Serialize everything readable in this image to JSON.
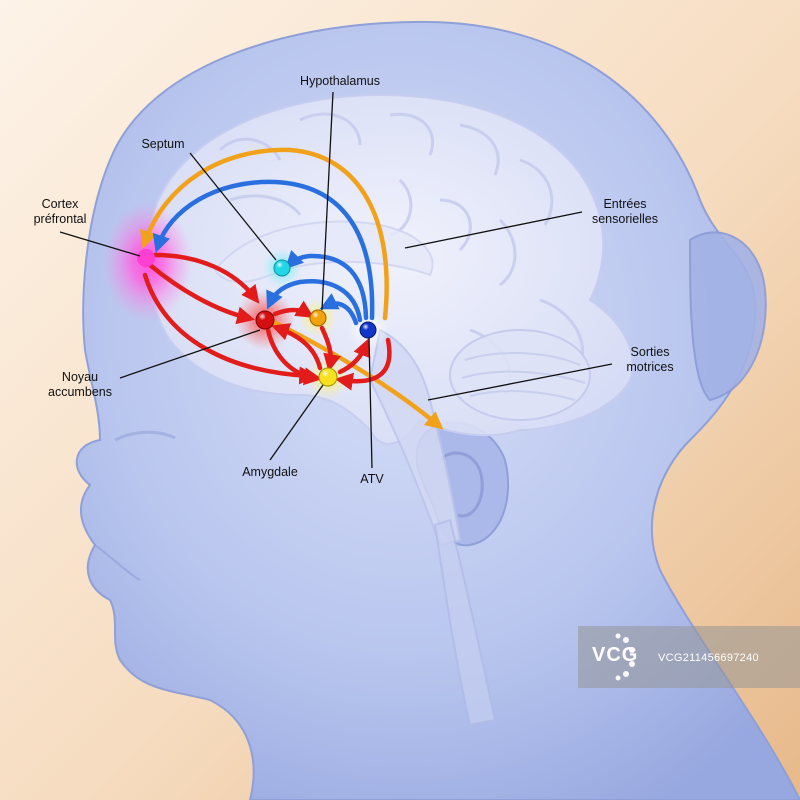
{
  "labels": {
    "hypothalamus": "Hypothalamus",
    "septum": "Septum",
    "cortex_line1": "Cortex",
    "cortex_line2": "préfrontal",
    "entrees_line1": "Entrées",
    "entrees_line2": "sensorielles",
    "sorties_line1": "Sorties",
    "sorties_line2": "motrices",
    "noyau_line1": "Noyau",
    "noyau_line2": "accumbens",
    "amygdale": "Amygdale",
    "atv": "ATV"
  },
  "watermark": {
    "logo": "VCG",
    "id": "VCG211456697240"
  },
  "colors": {
    "background": "#f6dcc0",
    "head": "#b9c6ee",
    "arrow_red": "#e21b1b",
    "arrow_blue": "#2a6fe0",
    "arrow_orange": "#f2a21a",
    "node_magenta": "#ff3fd2",
    "node_cyan": "#22d6e6",
    "node_red": "#d40f0f",
    "node_yellow": "#f7e01d",
    "node_blue": "#1236c9"
  }
}
